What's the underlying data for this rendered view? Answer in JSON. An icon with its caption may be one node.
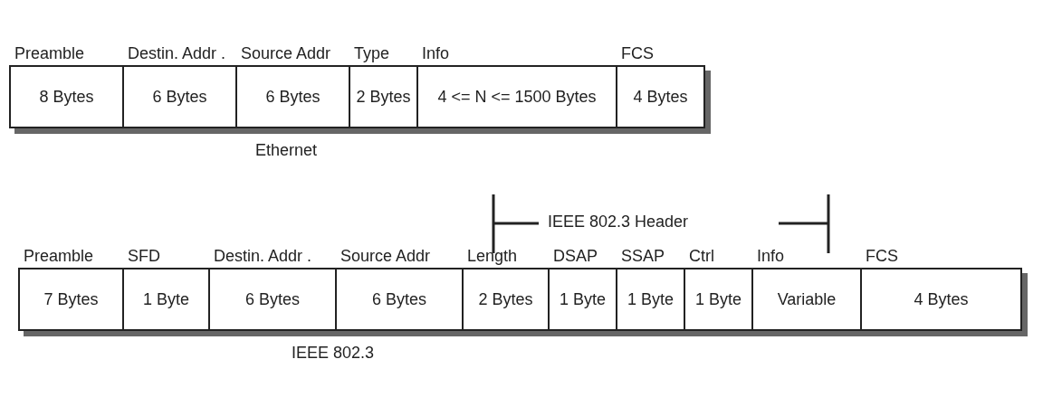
{
  "diagram": {
    "nodes": [
      {
        "text": [
          "Ethernet"
        ]
      },
      {
        "text": [
          "Preamble",
          "8 Bytes"
        ],
        "in": 0
      },
      {
        "text": [
          "Destin. Addr .",
          "6 Bytes"
        ],
        "in": 0
      },
      {
        "text": [
          "Source Addr",
          "6 Bytes"
        ],
        "in": 0
      },
      {
        "text": [
          "Type",
          "2 Bytes"
        ],
        "in": 0
      },
      {
        "text": [
          "Info",
          "4 <= N <= 1500 Bytes"
        ],
        "in": 0
      },
      {
        "text": [
          "FCS",
          "4 Bytes"
        ],
        "in": 0
      },
      {
        "text": [
          "IEEE 802.3"
        ]
      },
      {
        "text": [
          "Preamble",
          "7 Bytes"
        ],
        "in": 7
      },
      {
        "text": [
          "SFD",
          "1 Byte"
        ],
        "in": 7
      },
      {
        "text": [
          "Destin. Addr .",
          "6 Bytes"
        ],
        "in": 7
      },
      {
        "text": [
          "Source Addr",
          "6 Bytes"
        ],
        "in": 7
      },
      {
        "text": [
          "Length",
          "2 Bytes"
        ],
        "in": 7
      },
      {
        "text": [
          "DSAP",
          "1 Byte"
        ],
        "in": 7
      },
      {
        "text": [
          "SSAP",
          "1 Byte"
        ],
        "in": 7
      },
      {
        "text": [
          "Ctrl",
          "1 Byte"
        ],
        "in": 7
      },
      {
        "text": [
          "Info",
          "Variable"
        ],
        "in": 7
      },
      {
        "text": [
          "FCS",
          "4 Bytes"
        ],
        "in": 7
      }
    ],
    "labels": [
      "IEEE 802.3 Header"
    ]
  }
}
